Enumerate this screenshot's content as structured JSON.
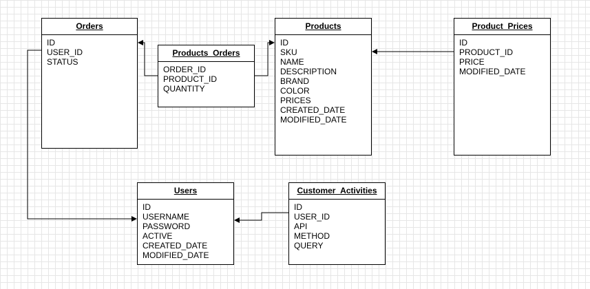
{
  "diagram": {
    "tables": {
      "orders": {
        "title": "Orders",
        "fields": [
          "ID",
          "USER_ID",
          "STATUS"
        ]
      },
      "products_orders": {
        "title": "Products_Orders",
        "fields": [
          "ORDER_ID",
          "PRODUCT_ID",
          "QUANTITY"
        ]
      },
      "products": {
        "title": "Products",
        "fields": [
          "ID",
          "SKU",
          "NAME",
          "DESCRIPTION",
          "BRAND",
          "COLOR",
          "PRICES",
          "CREATED_DATE",
          "MODIFIED_DATE"
        ]
      },
      "product_prices": {
        "title": "Product_Prices",
        "fields": [
          "ID",
          "PRODUCT_ID",
          "PRICE",
          "MODIFIED_DATE"
        ]
      },
      "users": {
        "title": "Users",
        "fields": [
          "ID",
          "USERNAME",
          "PASSWORD",
          "ACTIVE",
          "CREATED_DATE",
          "MODIFIED_DATE"
        ]
      },
      "customer_activities": {
        "title": "Customer_Activities",
        "fields": [
          "ID",
          "USER_ID",
          "API",
          "METHOD",
          "QUERY"
        ]
      }
    },
    "relationships": [
      {
        "from": "products_orders",
        "to": "orders"
      },
      {
        "from": "products_orders",
        "to": "products"
      },
      {
        "from": "product_prices",
        "to": "products"
      },
      {
        "from": "orders",
        "to": "users"
      },
      {
        "from": "customer_activities",
        "to": "users"
      }
    ],
    "colors": {
      "line": "#000000",
      "grid": "#e6e6e6",
      "background": "#ffffff"
    }
  }
}
